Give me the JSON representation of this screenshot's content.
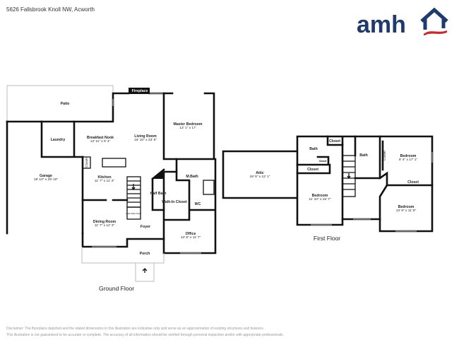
{
  "address": "5626 Fallsbrook Knoll NW, Acworth",
  "logo": {
    "text": "amh",
    "colors": {
      "navy": "#1f3a6e",
      "red": "#d3242b"
    }
  },
  "ground_floor": {
    "label": "Ground Floor",
    "rooms": {
      "fireplace": {
        "name": "Fireplace"
      },
      "patio": {
        "name": "Patio"
      },
      "laundry": {
        "name": "Laundry"
      },
      "breakfast_nook": {
        "name": "Breakfast Nook",
        "dims": "13' 11\" x 9' 4\""
      },
      "living_room": {
        "name": "Living Room",
        "dims": "16' 10\" x 23' 6\""
      },
      "master_bedroom": {
        "name": "Master Bedroom",
        "dims": "13' 1\" x 17'"
      },
      "garage": {
        "name": "Garage",
        "dims": "19' 10\" x 29' 10\""
      },
      "closet": {
        "name": "Closet"
      },
      "kitchen": {
        "name": "Kitchen",
        "dims": "11' 7\" x 11' 2\""
      },
      "m_bath": {
        "name": "M.Bath"
      },
      "half_bath": {
        "name": "Half Bath"
      },
      "walk_in_closet": {
        "name": "Walk-In Closet"
      },
      "wc": {
        "name": "WC"
      },
      "under_stairs_closet": {
        "name": "Under Stairs Closet"
      },
      "dining_room": {
        "name": "Dining Room",
        "dims": "11' 7\" x 12' 3\""
      },
      "foyer": {
        "name": "Foyer"
      },
      "office": {
        "name": "Office",
        "dims": "13' 8\" x 11' 7\""
      },
      "porch": {
        "name": "Porch"
      }
    }
  },
  "first_floor": {
    "label": "First Floor",
    "rooms": {
      "attic": {
        "name": "Attic",
        "dims": "19' 5\" x 12' 1\""
      },
      "bath1": {
        "name": "Bath"
      },
      "closet1": {
        "name": "Closet"
      },
      "closet2": {
        "name": "Closet"
      },
      "closet3": {
        "name": "Closet"
      },
      "bedroom1": {
        "name": "Bedroom",
        "dims": "11' 10\" x 15' 7\""
      },
      "bath2": {
        "name": "Bath"
      },
      "closet4": {
        "name": "Closet"
      },
      "bedroom2": {
        "name": "Bedroom",
        "dims": "9' 4\" x 17' 1\""
      },
      "closet5": {
        "name": "Closet"
      },
      "bedroom3": {
        "name": "Bedroom",
        "dims": "13' 9\" x 11' 8\""
      }
    }
  },
  "disclaimer": [
    "Disclaimer: The floorplans depicted and the stated dimensions in this illustration are indicative only and serve as an approximation of existing structures and features.",
    "This illustration is not guaranteed to be accurate or complete. The accuracy of all information should be verified through personal inspection and/or with appropriate professionals."
  ]
}
